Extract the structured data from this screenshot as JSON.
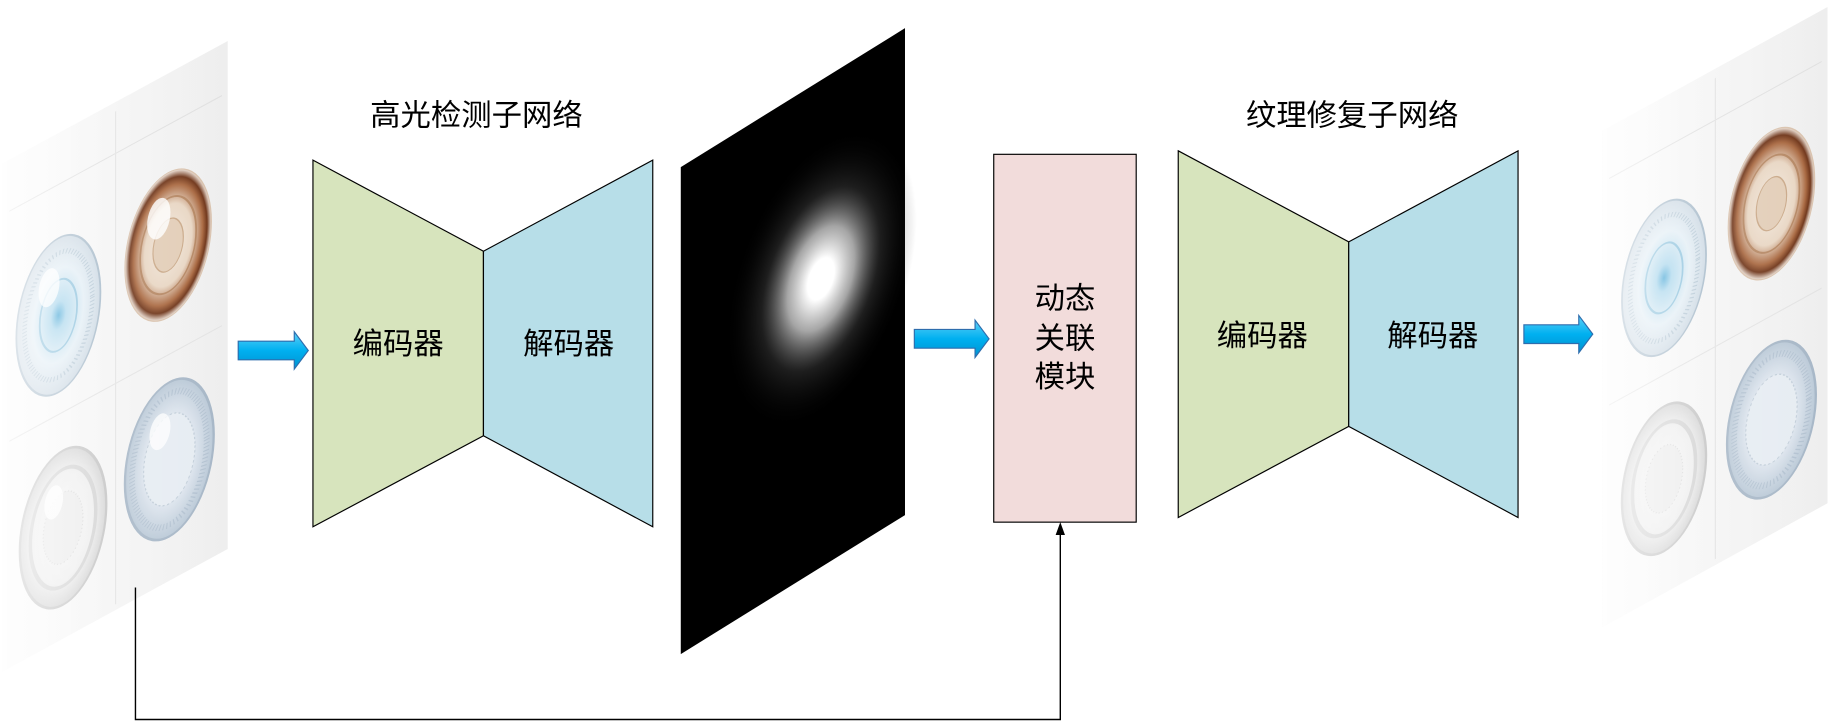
{
  "detection_network": {
    "title": "高光检测子网络",
    "encoder_label": "编码器",
    "decoder_label": "解码器"
  },
  "dynamic_association_module": {
    "lines": [
      "动态",
      "关联",
      "模块"
    ]
  },
  "texture_restoration_network": {
    "title": "纹理修复子网络",
    "encoder_label": "编码器",
    "decoder_label": "解码器"
  },
  "colors": {
    "encoder": "#d7e4bd",
    "decoder": "#b7dee8",
    "module": "#f2dcdb",
    "arrow": "#00b0f0",
    "arrow_outline": "#2e6dad",
    "highlight_map_background": "#000000",
    "line": "#000000"
  },
  "icons": {
    "flow_arrow": "right-block-arrow",
    "skip_connection": "up-arrow-line"
  }
}
